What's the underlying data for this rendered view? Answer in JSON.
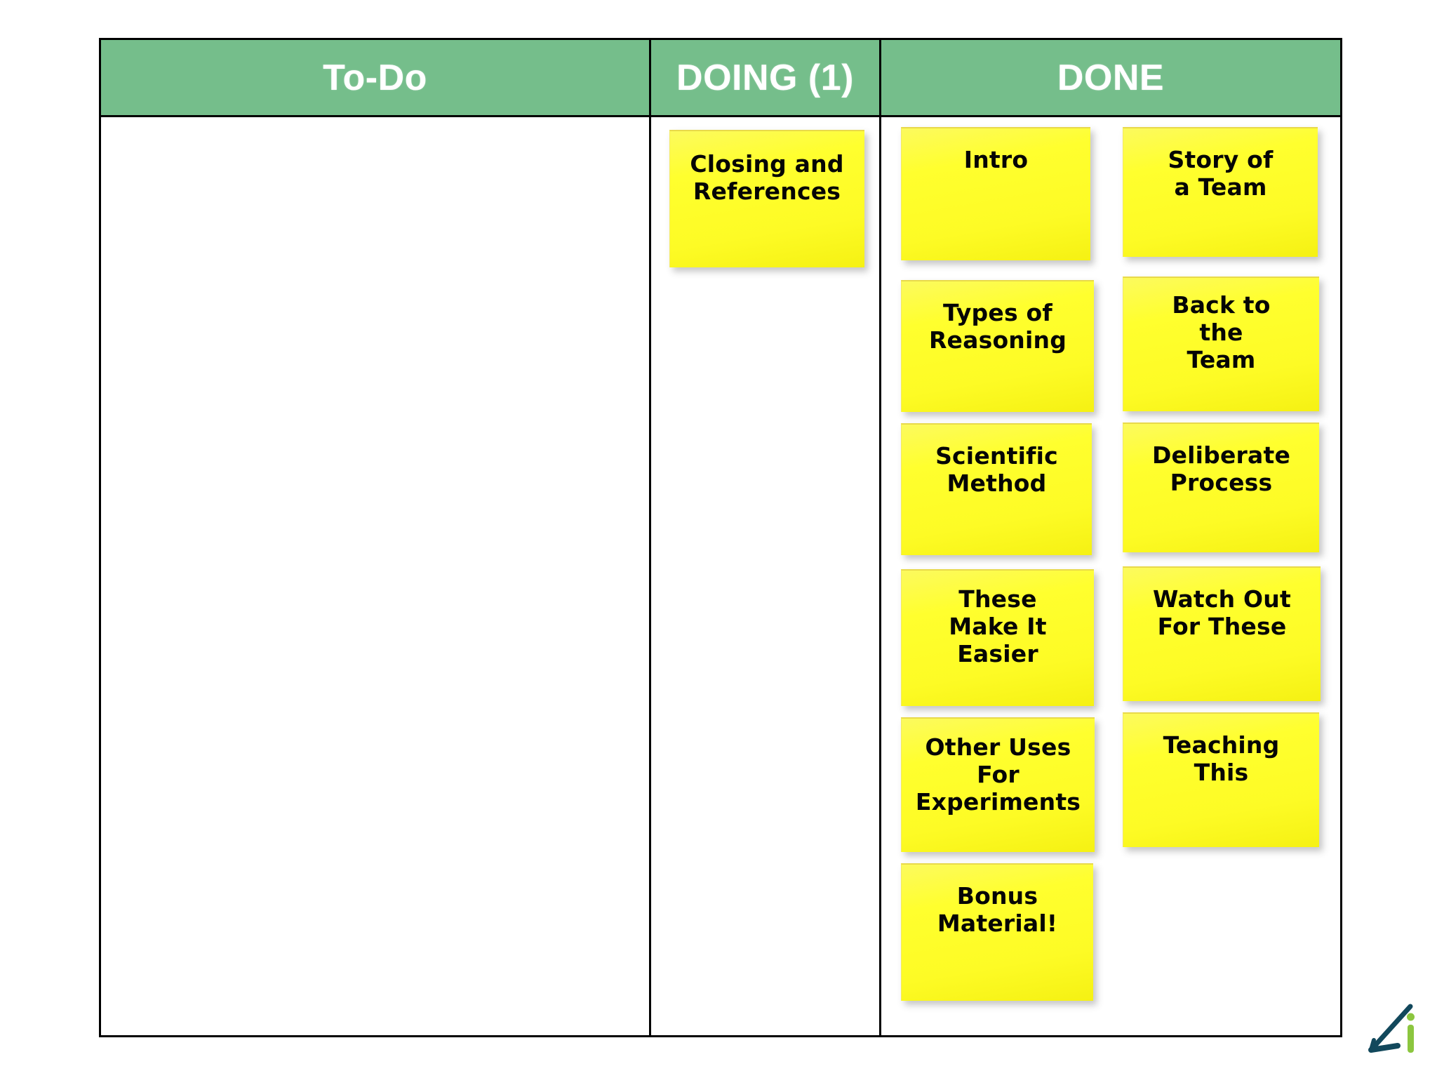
{
  "board": {
    "name": "kanban-board",
    "columns": [
      {
        "id": "todo",
        "title": "To-Do",
        "cards": []
      },
      {
        "id": "doing",
        "title": "DOING (1)",
        "cards": [
          {
            "text": "Closing and\nReferences"
          }
        ]
      },
      {
        "id": "done",
        "title": "DONE",
        "cards_left": [
          {
            "text": "Intro"
          },
          {
            "text": "Types of\nReasoning"
          },
          {
            "text": "Scientific\nMethod"
          },
          {
            "text": "These\nMake It\nEasier"
          },
          {
            "text": "Other Uses\nFor\nExperiments"
          },
          {
            "text": "Bonus\nMaterial!"
          }
        ],
        "cards_right": [
          {
            "text": "Story of\na Team"
          },
          {
            "text": "Back to\nthe\nTeam"
          },
          {
            "text": "Deliberate\nProcess"
          },
          {
            "text": "Watch Out\nFor These"
          },
          {
            "text": "Teaching\nThis"
          }
        ]
      }
    ]
  },
  "colors": {
    "header_green": "#75be8b",
    "header_text": "#ffffff",
    "note_yellow": "#ffff2e",
    "note_text": "#050505",
    "border": "#000000",
    "logo_mark": "#12485c",
    "logo_i": "#8cc63f"
  },
  "logo": {
    "name": "corner-logo",
    "mark": "angle-arrow-icon",
    "letter": "i"
  }
}
